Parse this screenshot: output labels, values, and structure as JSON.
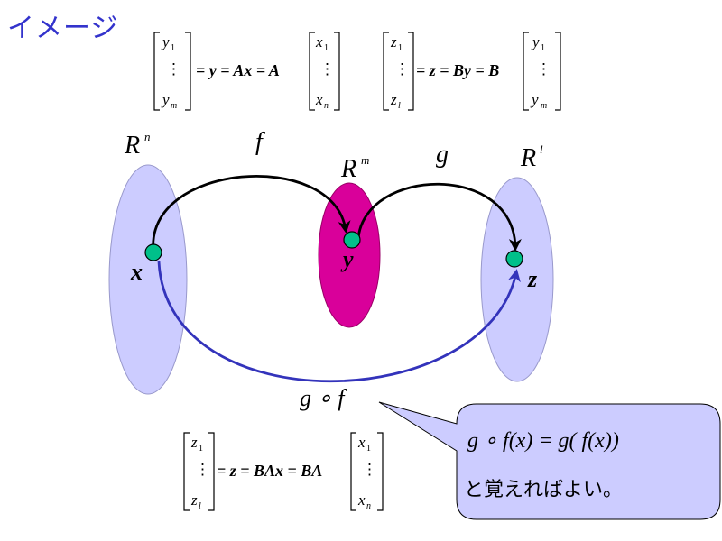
{
  "title": "イメージ",
  "colors": {
    "title": "#3333cc",
    "domain_fill": "#ccccff",
    "middle_fill": "#d9009a",
    "point_fill": "#00c08a",
    "arrow_black": "#000000",
    "arrow_blue": "#3333bb",
    "callout_fill": "#ccccff"
  },
  "spaces": {
    "left": {
      "base": "R",
      "sup": "n"
    },
    "middle": {
      "base": "R",
      "sup": "m"
    },
    "right": {
      "base": "R",
      "sup": "l"
    }
  },
  "points": {
    "x": "x",
    "y": "y",
    "z": "z"
  },
  "maps": {
    "f": "f",
    "g": "g",
    "composite": "g ∘ f"
  },
  "equations": {
    "eq1": {
      "lhs": [
        "y",
        "⋮",
        "y"
      ],
      "lhs_sub": [
        "1",
        "",
        "m"
      ],
      "middle": "= y = Ax = A",
      "rhs": [
        "x",
        "⋮",
        "x"
      ],
      "rhs_sub": [
        "1",
        "",
        "n"
      ]
    },
    "eq2": {
      "lhs": [
        "z",
        "⋮",
        "z"
      ],
      "lhs_sub": [
        "1",
        "",
        "l"
      ],
      "middle": "= z = By = B",
      "rhs": [
        "y",
        "⋮",
        "y"
      ],
      "rhs_sub": [
        "1",
        "",
        "m"
      ]
    },
    "eq3": {
      "lhs": [
        "z",
        "⋮",
        "z"
      ],
      "lhs_sub": [
        "1",
        "",
        "l"
      ],
      "middle": "= z = BAx = BA",
      "rhs": [
        "x",
        "⋮",
        "x"
      ],
      "rhs_sub": [
        "1",
        "",
        "n"
      ]
    }
  },
  "callout": {
    "formula": "g ∘ f(x) = g( f(x))",
    "text": "と覚えればよい。"
  }
}
